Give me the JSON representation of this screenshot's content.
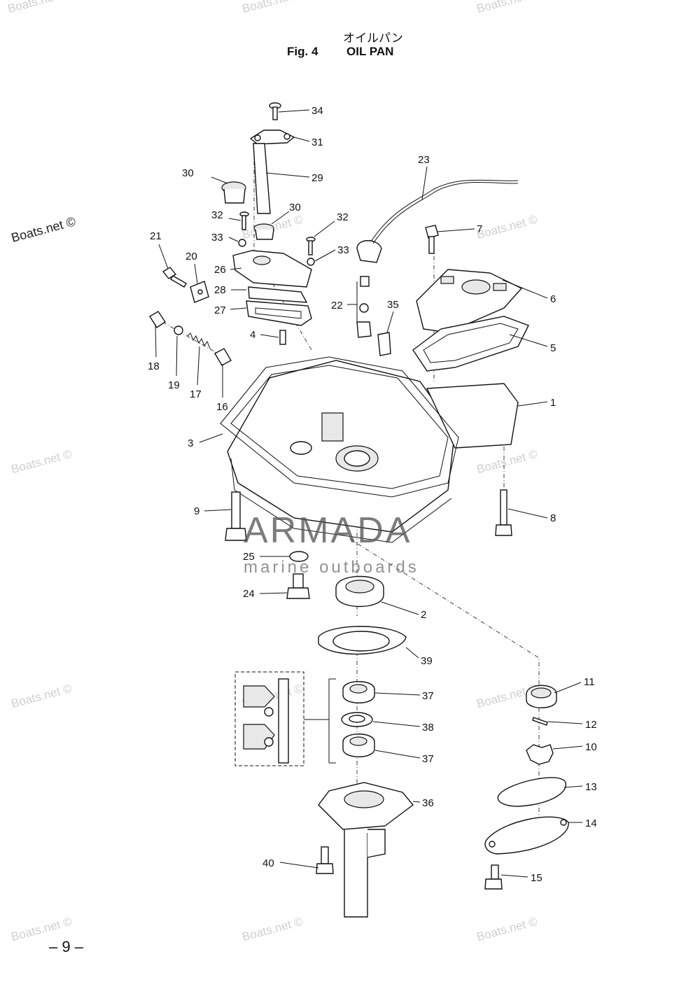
{
  "header": {
    "title_jp": "オイルパン",
    "fig_label": "Fig. 4",
    "title_en": "OIL PAN"
  },
  "watermark": {
    "text": "Boats.net ©",
    "brand": "ARMADA",
    "brand_sub": "marine outboards",
    "brand_color": "#d48aa8"
  },
  "page_number": "– 9 –",
  "callouts": [
    "34",
    "31",
    "30",
    "29",
    "23",
    "32",
    "30",
    "32",
    "7",
    "21",
    "20",
    "33",
    "33",
    "26",
    "28",
    "27",
    "22",
    "35",
    "6",
    "4",
    "18",
    "19",
    "17",
    "16",
    "5",
    "1",
    "3",
    "9",
    "8",
    "25",
    "24",
    "2",
    "39",
    "11",
    "37",
    "12",
    "38",
    "10",
    "37",
    "13",
    "36",
    "14",
    "40",
    "15"
  ]
}
